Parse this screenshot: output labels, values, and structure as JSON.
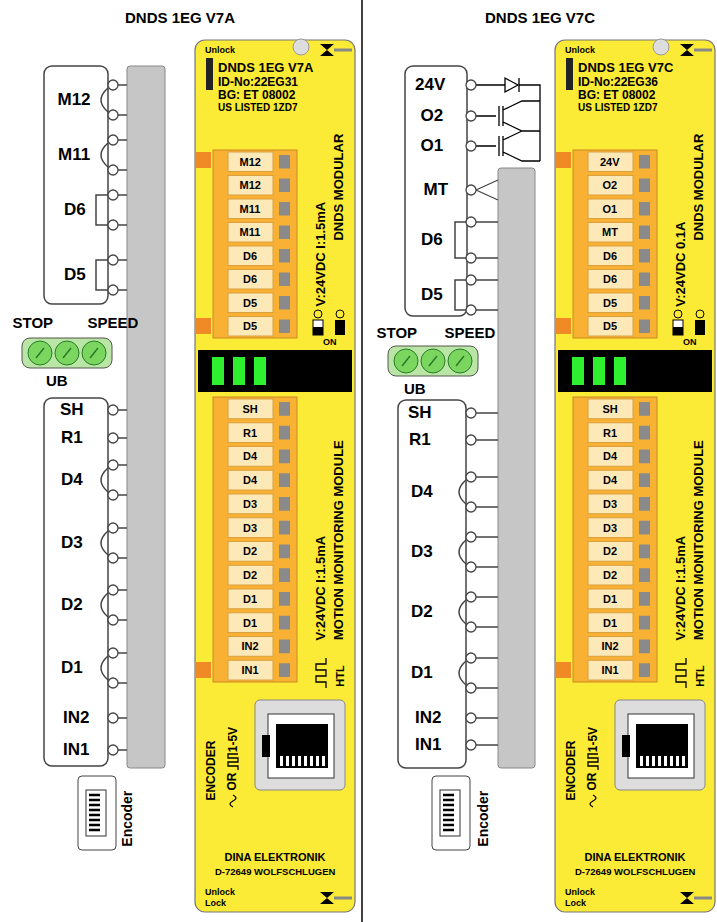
{
  "diagram": {
    "nodes": [
      {
        "text": [
          "M12",
          "M11",
          "D6",
          "D5"
        ]
      },
      {
        "text": [
          "STOP",
          "SPEED",
          "UB"
        ]
      },
      {
        "text": [
          "SH",
          "R1",
          "D4",
          "D3",
          "D2",
          "D1",
          "IN2",
          "IN1"
        ]
      },
      {
        "text": [
          "Encoder"
        ]
      },
      {
        "text": [
          "Unlock",
          "DNDS 1EG V7A",
          "ID-No:22EG31",
          "BG: ET 08002",
          "US LISTED 1ZD7",
          "V:24VDC I:1.5mA",
          "DNDS MODULAR",
          "ON",
          "V:24VDC I:1.5mA",
          "MOTION MONITORING MODULE",
          "HTL",
          "ENCODER",
          "OR",
          "1-5V",
          "DINA ELEKTRONIK",
          "D-72649 WOLFSCHLUGEN",
          "Unlock",
          "Lock"
        ]
      },
      {
        "text": [
          "M12",
          "M12",
          "M11",
          "M11",
          "D6",
          "D6",
          "D5",
          "D5"
        ],
        "in": 4
      },
      {
        "text": [
          "SH",
          "R1",
          "D4",
          "D4",
          "D3",
          "D3",
          "D2",
          "D2",
          "D1",
          "D1",
          "IN2",
          "IN1"
        ],
        "in": 4
      },
      {
        "text": [
          "24V",
          "O2",
          "O1",
          "MT",
          "D6",
          "D5"
        ]
      },
      {
        "text": [
          "STOP",
          "SPEED",
          "UB"
        ]
      },
      {
        "text": [
          "SH",
          "R1",
          "D4",
          "D3",
          "D2",
          "D1",
          "IN2",
          "IN1"
        ]
      },
      {
        "text": [
          "Encoder"
        ]
      },
      {
        "text": [
          "Unlock",
          "DNDS 1EG V7C",
          "ID-No:22EG36",
          "BG: ET 08002",
          "US LISTED 1ZD7",
          "V:24VDC 0.1A",
          "DNDS MODULAR",
          "ON",
          "V:24VDC I:1.5mA",
          "MOTION MONITORING MODULE",
          "HTL",
          "ENCODER",
          "OR",
          "1-5V",
          "DINA ELEKTRONIK",
          "D-72649 WOLFSCHLUGEN",
          "Unlock",
          "Lock"
        ]
      },
      {
        "text": [
          "24V",
          "O2",
          "O1",
          "MT",
          "D6",
          "D6",
          "D5",
          "D5"
        ],
        "in": 11
      },
      {
        "text": [
          "SH",
          "R1",
          "D4",
          "D4",
          "D3",
          "D3",
          "D2",
          "D2",
          "D1",
          "D1",
          "IN2",
          "IN1"
        ],
        "in": 11
      }
    ],
    "labels": [
      "DNDS 1EG V7A",
      "DNDS 1EG V7C"
    ]
  }
}
